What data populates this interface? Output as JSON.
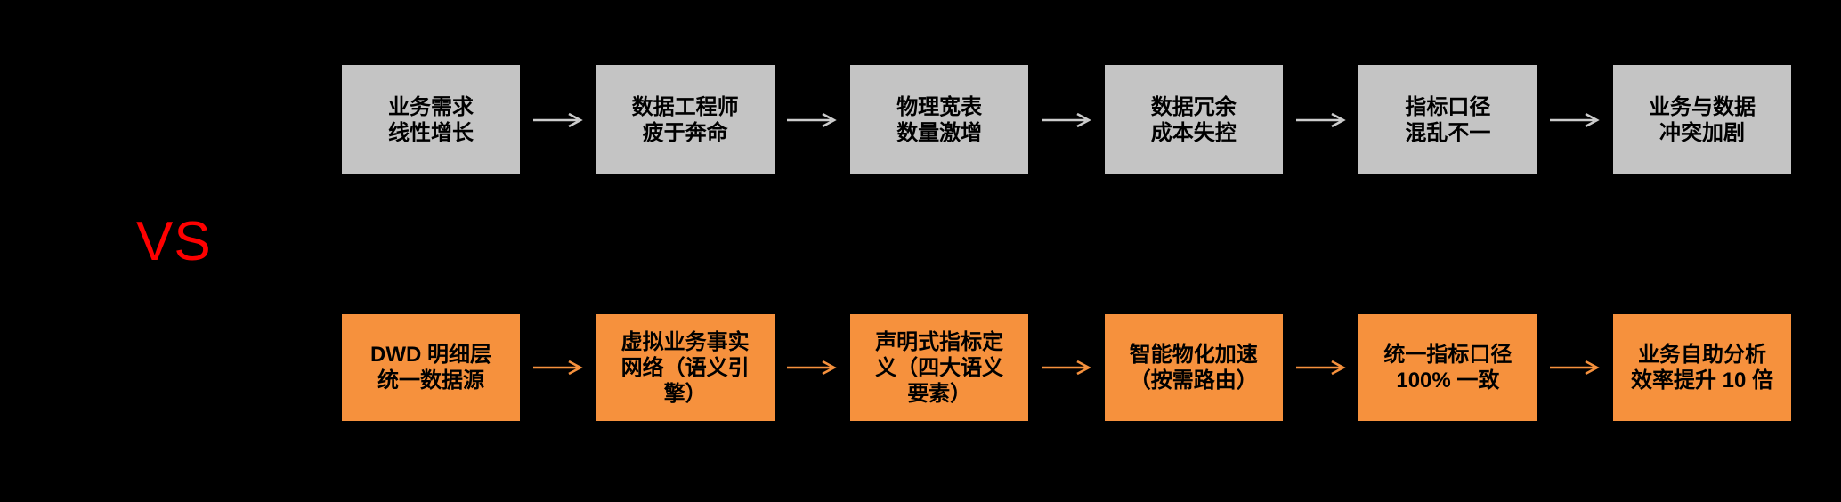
{
  "diagram": {
    "kind": "comparison-flow",
    "vs_label": "VS"
  },
  "colors": {
    "background": "#000000",
    "box_gray": "#C4C4C4",
    "box_orange": "#F6913D",
    "arrow_gray": "#CCCCCC",
    "arrow_orange": "#F6913D",
    "vs_red": "#FF0000",
    "box_text": "#000000"
  },
  "flows": {
    "old": {
      "steps": [
        {
          "label": "业务需求\n线性增长"
        },
        {
          "label": "数据工程师\n疲于奔命"
        },
        {
          "label": "物理宽表\n数量激增"
        },
        {
          "label": "数据冗余\n成本失控"
        },
        {
          "label": "指标口径\n混乱不一"
        },
        {
          "label": "业务与数据\n冲突加剧"
        }
      ]
    },
    "new": {
      "steps": [
        {
          "label": "DWD 明细层\n统一数据源"
        },
        {
          "label": "虚拟业务事实\n网络（语义引\n擎）"
        },
        {
          "label": "声明式指标定\n义（四大语义\n要素）"
        },
        {
          "label": "智能物化加速\n（按需路由）"
        },
        {
          "label": "统一指标口径\n100% 一致"
        },
        {
          "label": "业务自助分析\n效率提升 10 倍"
        }
      ]
    }
  }
}
